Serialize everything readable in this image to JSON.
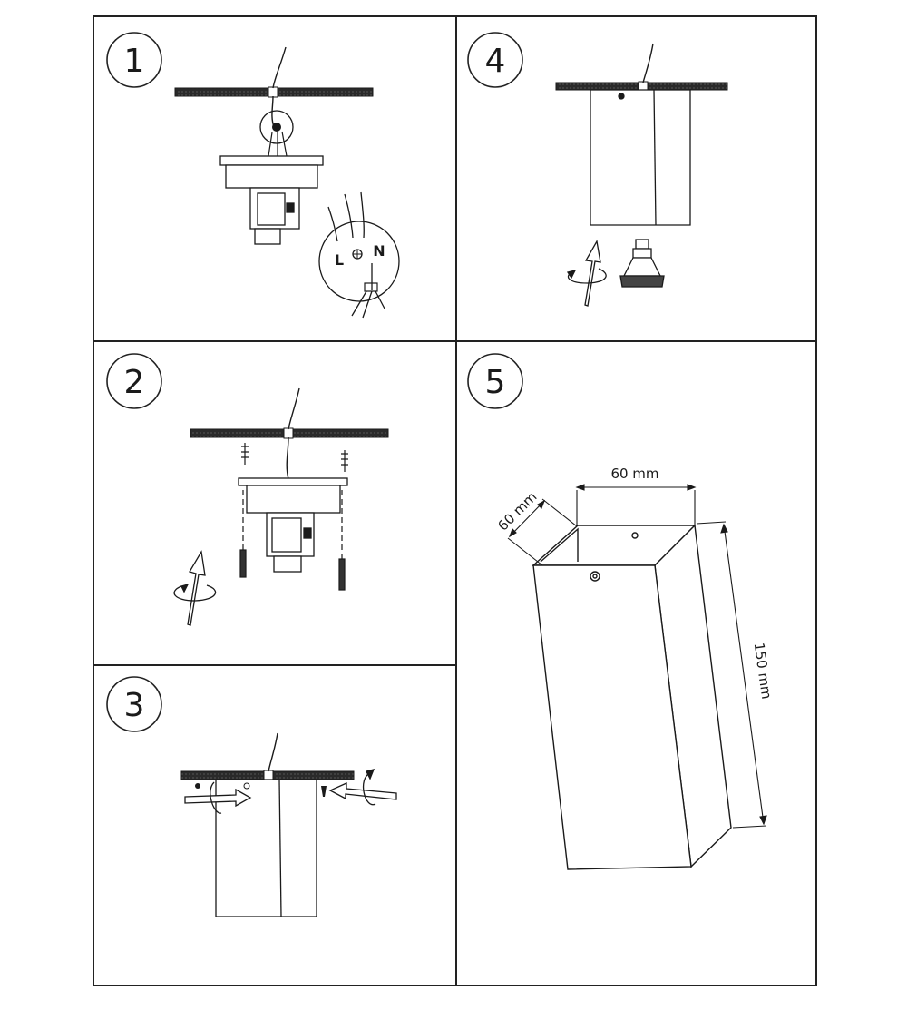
{
  "steps": [
    {
      "number": "1",
      "terminals": {
        "live": "L",
        "neutral": "N"
      }
    },
    {
      "number": "2"
    },
    {
      "number": "3"
    },
    {
      "number": "4"
    },
    {
      "number": "5",
      "dimensions": {
        "width": "60 mm",
        "depth": "60 mm",
        "height": "150 mm"
      }
    }
  ],
  "colors": {
    "line": "#1a1a1a",
    "frame": "#222222",
    "ceiling": "#2a2a2a",
    "background": "#ffffff"
  }
}
